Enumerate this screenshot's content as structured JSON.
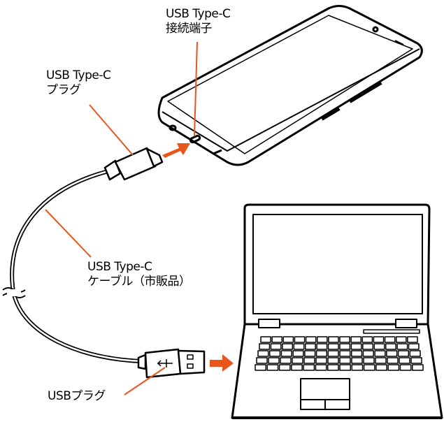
{
  "labels": {
    "connector_line1": "USB Type-C",
    "connector_line2": "接続端子",
    "plug_line1": "USB Type-C",
    "plug_line2": "プラグ",
    "cable_line1": "USB Type-C",
    "cable_line2": "ケーブル（市販品）",
    "usb_plug": "USBプラグ"
  },
  "colors": {
    "accent": "#e8561c",
    "line": "#000000"
  }
}
